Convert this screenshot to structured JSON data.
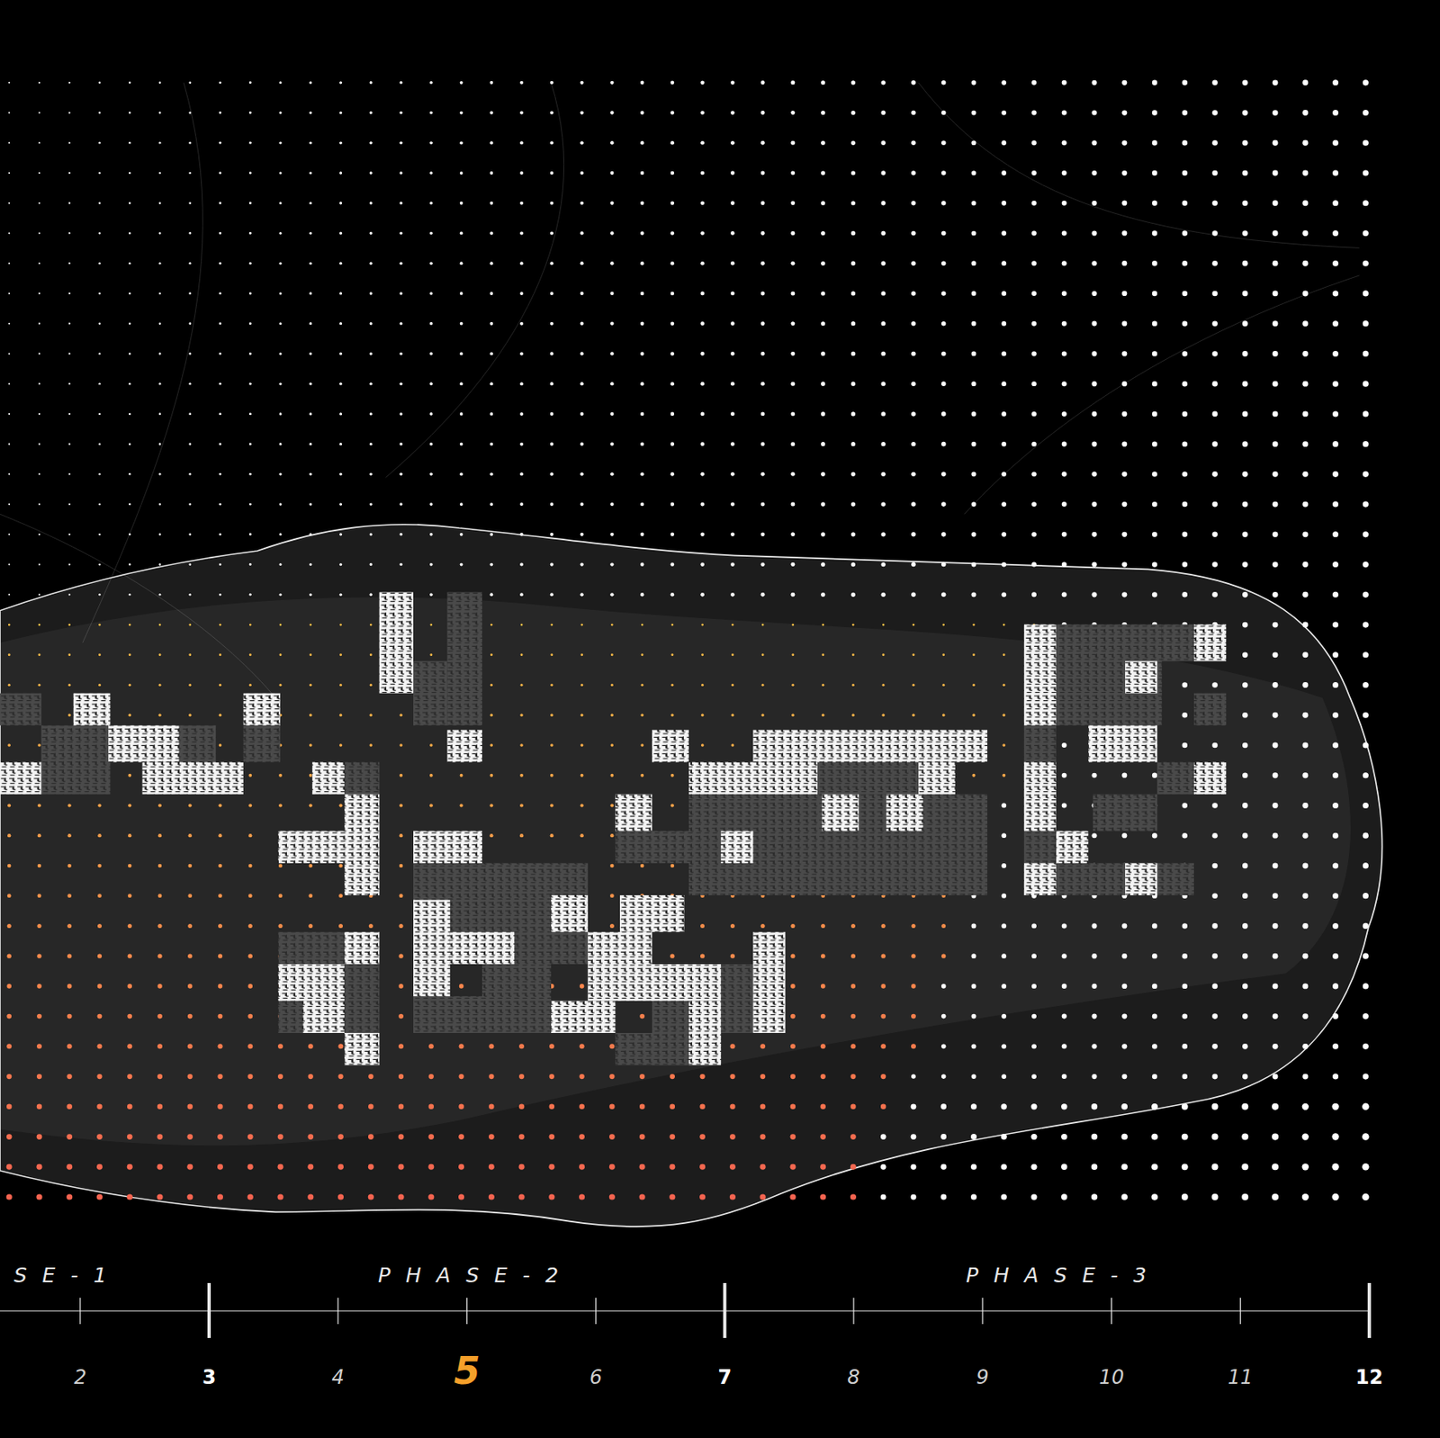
{
  "diagram": {
    "labels": [
      "SE-1",
      "PHASE-2",
      "PHASE-3",
      "2",
      "3",
      "4",
      "5",
      "6",
      "7",
      "8",
      "9",
      "10",
      "11",
      "12"
    ]
  }
}
